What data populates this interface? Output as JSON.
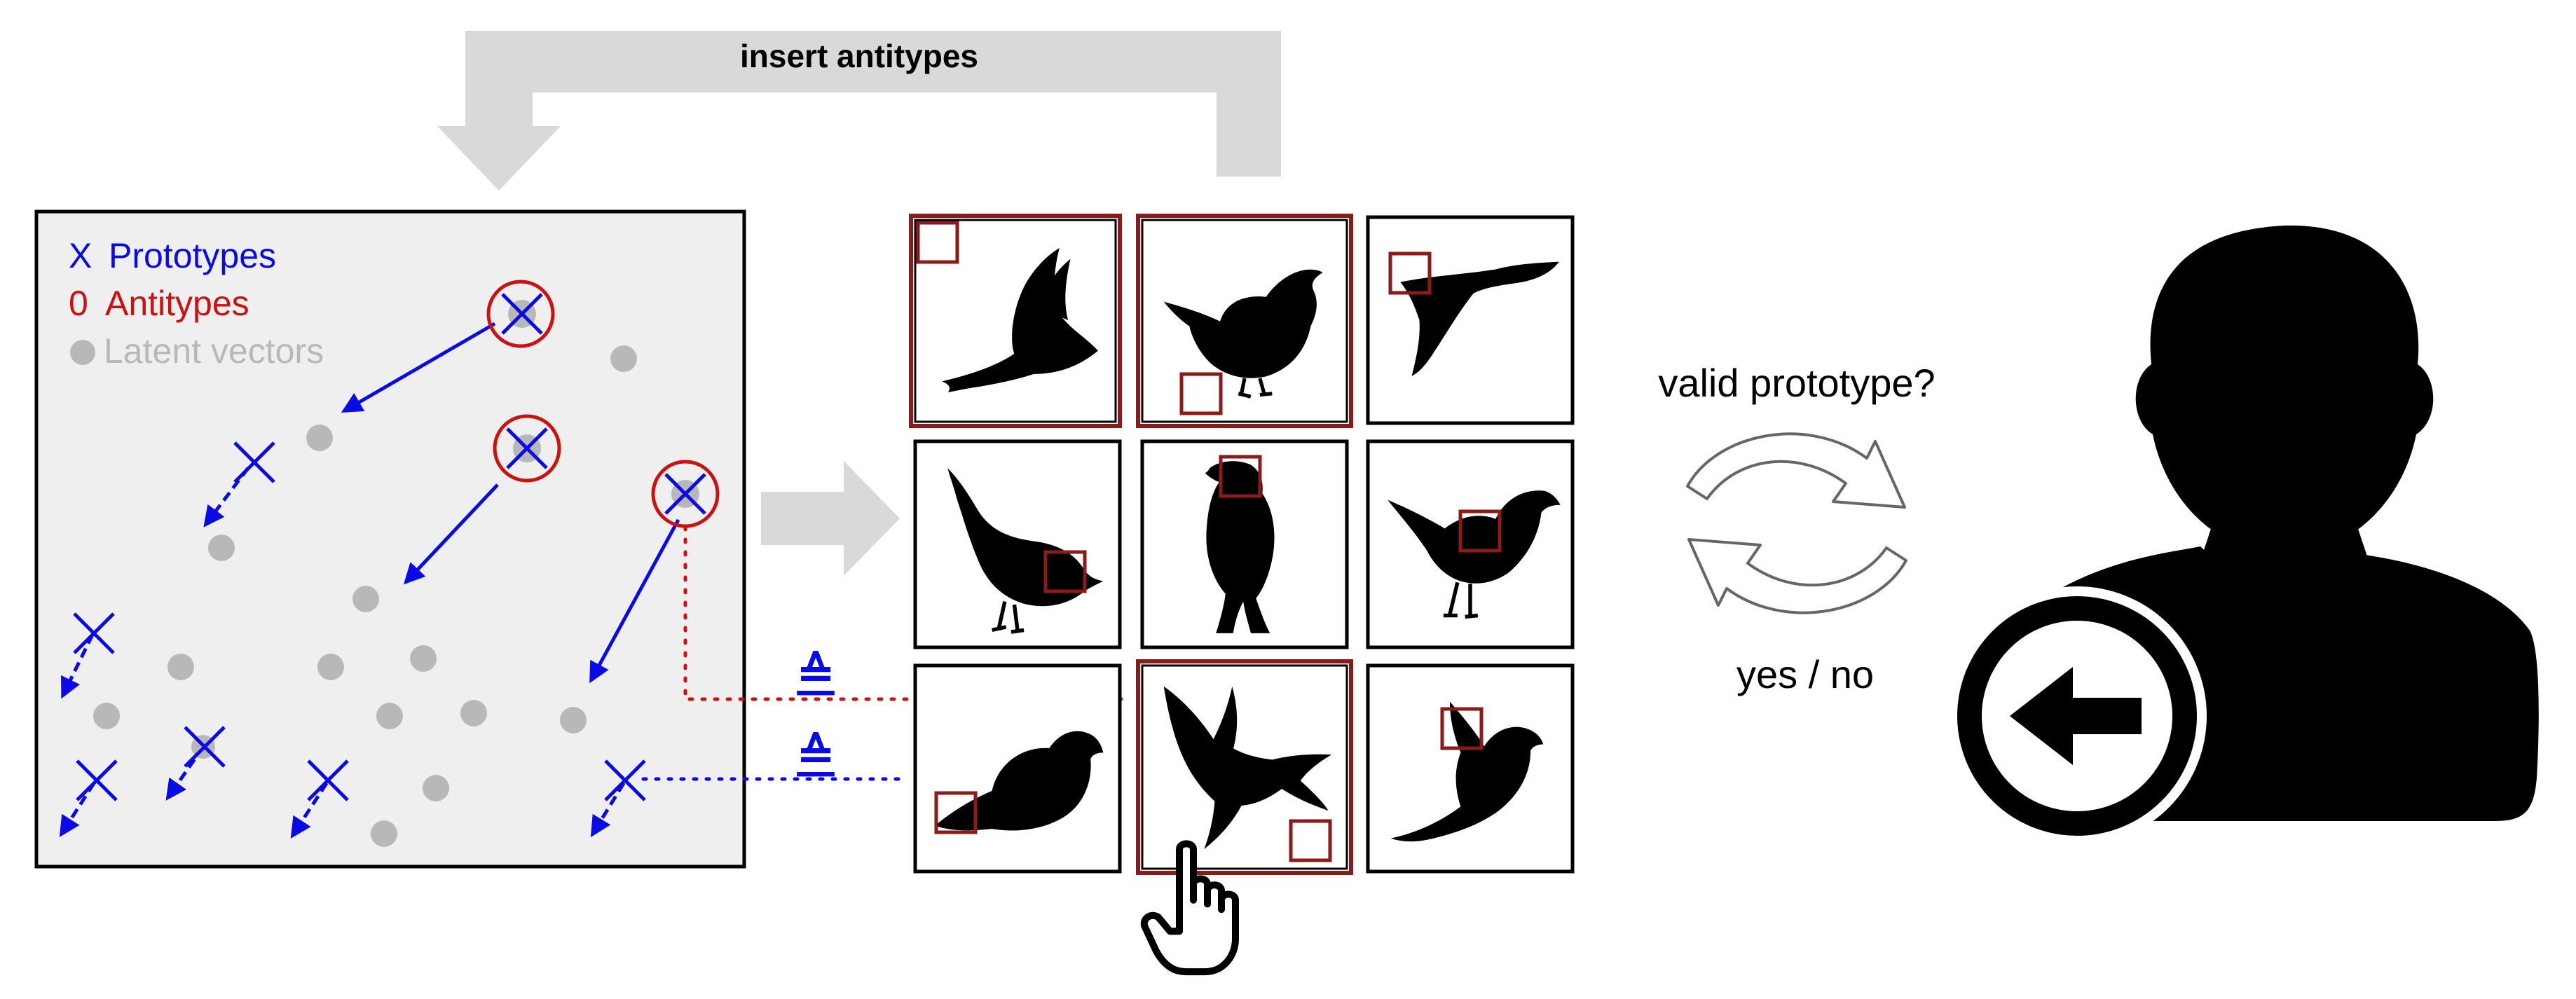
{
  "feedback_arrow": {
    "label": "insert antitypes"
  },
  "legend": {
    "prototypes_marker": "X",
    "prototypes_label": "Prototypes",
    "antitypes_marker": "0",
    "antitypes_label": "Antitypes",
    "latent_label": "Latent vectors"
  },
  "equivalence_symbol": "≙",
  "question": {
    "text": "valid prototype?",
    "answer": "yes / no"
  },
  "colors": {
    "prototype": "#0a0ae6",
    "antitype": "#cc1111",
    "latent": "#b8b8b8",
    "selection": "#8b1a1a",
    "panel_bg": "#efefef",
    "arrow_gray": "#d9d9d9"
  },
  "icons": {
    "grid": [
      "bird-wings-up-icon",
      "bird-standing-icon",
      "bird-flying-icon",
      "bird-pecking-icon",
      "bird-upright-icon",
      "bird-perched-icon",
      "bird-resting-icon",
      "bird-spread-wings-icon",
      "bird-taking-off-icon"
    ],
    "pointer": "hand-pointer-icon",
    "user": "user-silhouette-icon",
    "back": "arrow-left-icon",
    "cycle": "refresh-arrows-icon"
  }
}
